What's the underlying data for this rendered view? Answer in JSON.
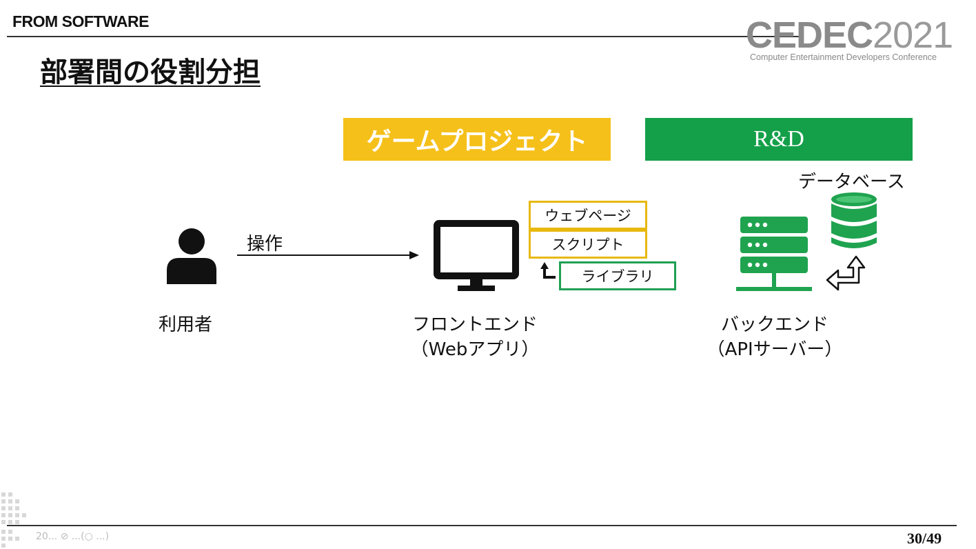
{
  "header": {
    "brand": "FROM SOFTWARE",
    "conference_logo_main_bold": "CEDEC",
    "conference_logo_main_thin": "2021",
    "conference_logo_sub": "Computer Entertainment Developers Conference"
  },
  "slide": {
    "title": "部署間の役割分担",
    "banners": {
      "game_project": "ゲームプロジェクト",
      "rd": "R&D"
    },
    "user": {
      "label": "利用者",
      "operation_label": "操作"
    },
    "frontend": {
      "label": "フロントエンド",
      "sub_label": "（Webアプリ）",
      "components": [
        "ウェブページ",
        "スクリプト",
        "ライブラリ"
      ]
    },
    "backend": {
      "label": "バックエンド",
      "sub_label": "（APIサーバー）",
      "database_label": "データベース"
    }
  },
  "footer": {
    "page_number": "30/49",
    "meta": "20... ⊘ ...(○ ...)"
  },
  "colors": {
    "game_project": "#f5c01a",
    "rd": "#14a049",
    "server_icon": "#1fa34f",
    "database_icon": "#1fa34f",
    "text": "#111111"
  },
  "icons": [
    "user-icon",
    "monitor-icon",
    "server-icon",
    "database-icon",
    "arrow-right-icon",
    "corner-arrow-icon",
    "sync-arrow-icon"
  ]
}
